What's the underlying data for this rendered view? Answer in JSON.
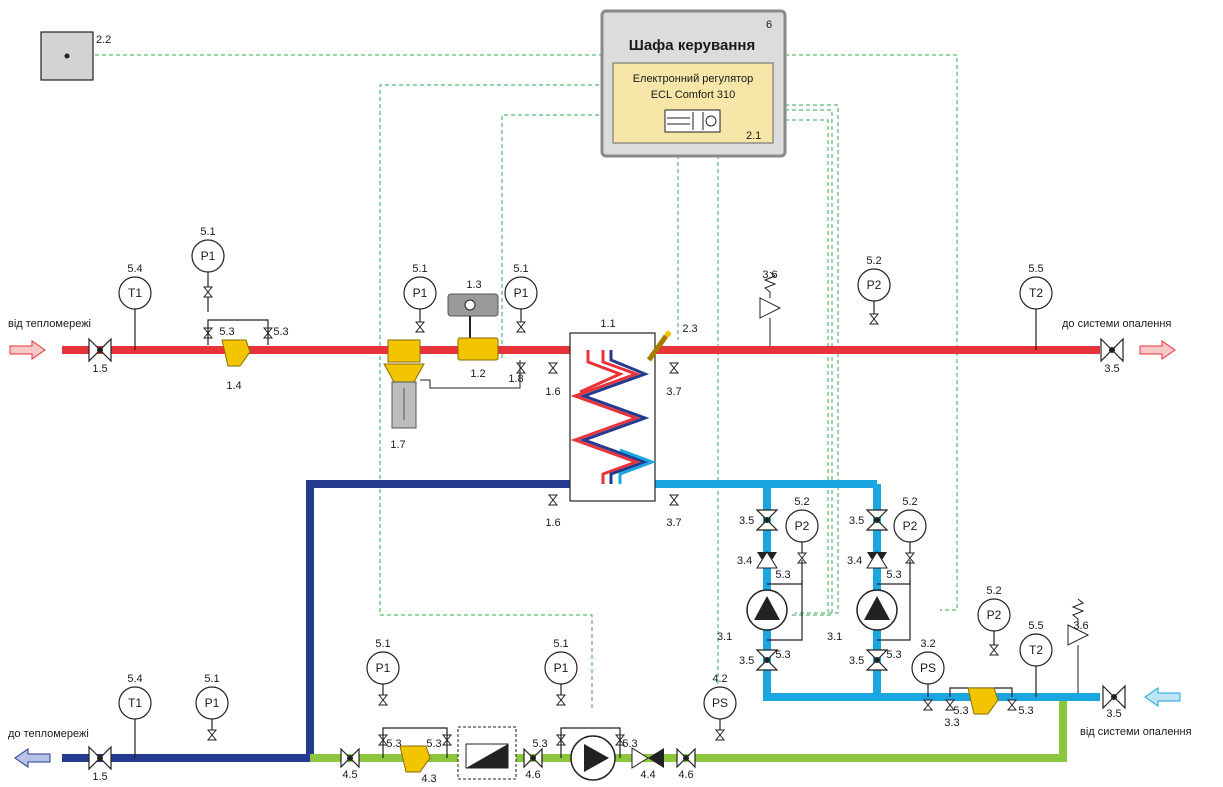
{
  "cabinet": {
    "title": "Шафа керування",
    "number": "6"
  },
  "regulator": {
    "line1": "Електронний регулятор",
    "line2": "ECL Comfort 310",
    "number": "2.1"
  },
  "outdoor_sensor": {
    "number": "2.2"
  },
  "texts": {
    "from_network": "від тепломережі",
    "to_heating": "до системи опалення",
    "to_network": "до тепломережі",
    "from_heating": "від системи опалення"
  },
  "heat_exchanger": {
    "number": "1.1"
  },
  "gauge_labels": {
    "p1": "P1",
    "p2": "P2",
    "t1": "T1",
    "t2": "T2",
    "ps": "PS"
  },
  "colors": {
    "supply": "#e8333a",
    "return_primary": "#243a8f",
    "secondary_return": "#1ba6e0",
    "makeup": "#8cc63f",
    "signal": "#2fa84f",
    "fitting": "#f3c400"
  }
}
